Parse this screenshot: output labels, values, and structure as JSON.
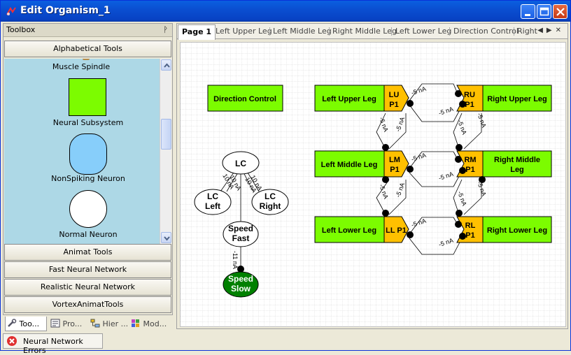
{
  "window": {
    "title": "Edit Organism_1"
  },
  "toolbox": {
    "title": "Toolbox",
    "pin": "ᚹ",
    "groups": {
      "alphabetical": "Alphabetical Tools",
      "animat": "Animat Tools",
      "fast_nn": "Fast Neural Network",
      "realistic_nn": "Realistic Neural Network",
      "vortex": "VortexAnimatTools"
    },
    "items": {
      "muscle_spindle": "Muscle Spindle",
      "neural_subsystem": "Neural Subsystem",
      "nonspiking": "NonSpiking Neuron",
      "normal": "Normal Neuron"
    }
  },
  "left_tabs": [
    "Too...",
    "Pro...",
    "Hier ...",
    "Mod..."
  ],
  "status": {
    "errors": "Neural Network Errors"
  },
  "doc_tabs": [
    "Page 1",
    "Left Upper Leg",
    "Left Middle Leg",
    "Right Middle Leg",
    "Left Lower Leg",
    "Direction Control",
    "Right"
  ],
  "diagram": {
    "direction_control": "Direction Control",
    "subsystems": {
      "lul": "Left Upper Leg",
      "rul": "Right Upper Leg",
      "lml": "Left Middle Leg",
      "rml_1": "Right Middle",
      "rml_2": "Leg",
      "lll": "Left Lower Leg",
      "rll": "Right Lower Leg"
    },
    "ports": {
      "lu_1": "LU",
      "lu_2": "P1",
      "ru_1": "RU",
      "ru_2": "P1",
      "lm_1": "LM",
      "lm_2": "P1",
      "rm_1": "RM",
      "rm_2": "P1",
      "ll": "LL P1",
      "rl_1": "RL",
      "rl_2": "P1"
    },
    "neurons": {
      "lc": "LC",
      "lc_left_1": "LC",
      "lc_left_2": "Left",
      "lc_right_1": "LC",
      "lc_right_2": "Right",
      "speed_fast_1": "Speed",
      "speed_fast_2": "Fast",
      "speed_slow_1": "Speed",
      "speed_slow_2": "Slow"
    },
    "synapses": {
      "s5": "-5 nA",
      "s10": "10 nA",
      "s11": "-11 nA"
    }
  },
  "colors": {
    "subsystem": "#7cfc00",
    "port": "#ffc000",
    "slow_neuron": "#008000",
    "palette_bg": "#add8e6",
    "nonspiking": "#87cefa"
  }
}
